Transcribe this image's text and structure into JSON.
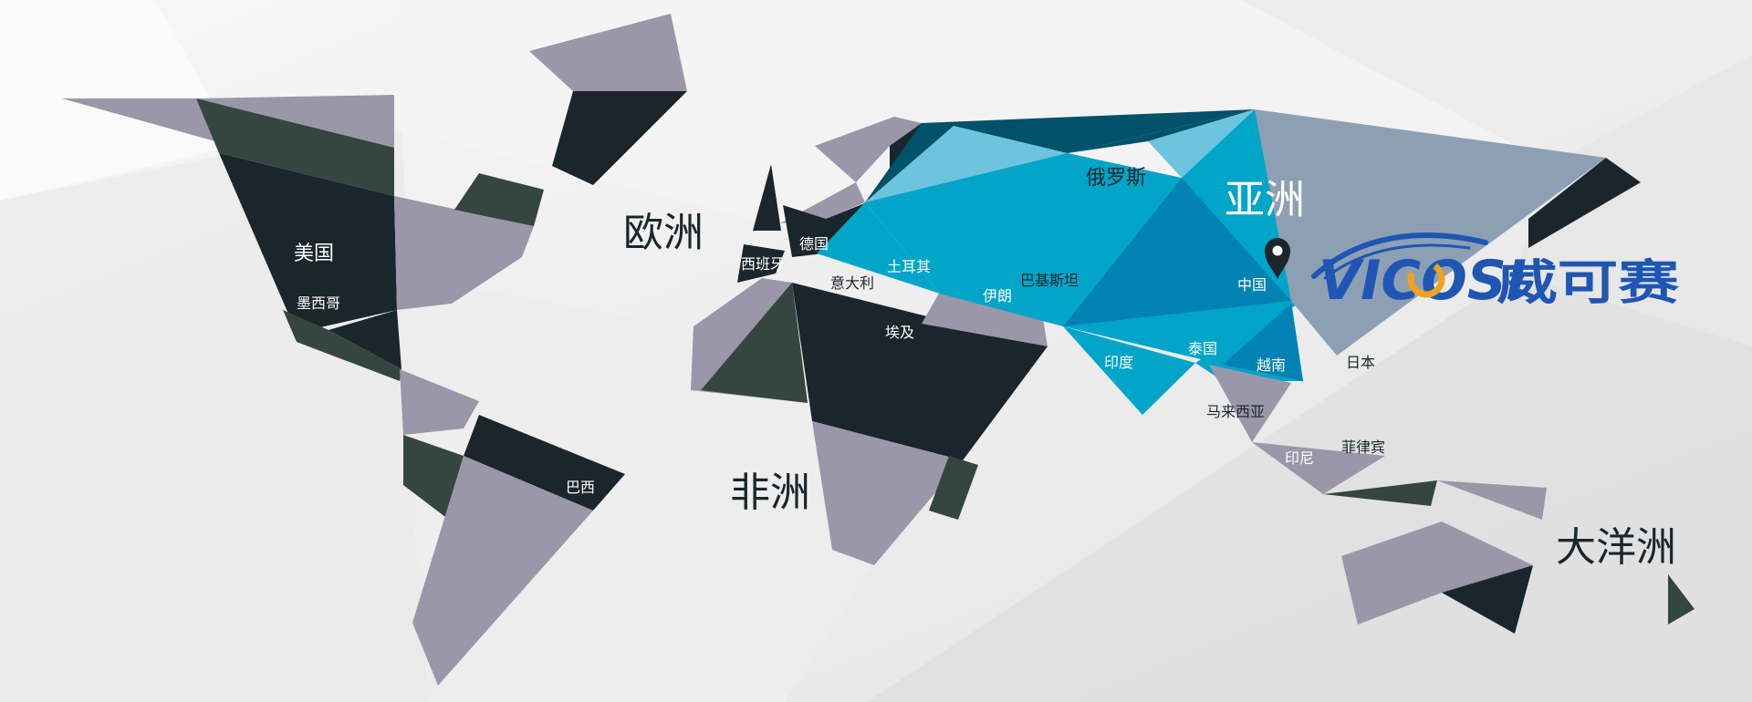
{
  "continents": {
    "europe": "欧洲",
    "africa": "非洲",
    "asia": "亚洲",
    "oceania": "大洋洲"
  },
  "countries": {
    "usa": "美国",
    "mexico": "墨西哥",
    "brazil": "巴西",
    "spain": "西班牙",
    "germany": "德国",
    "italy": "意大利",
    "turkey": "土耳其",
    "egypt": "埃及",
    "iran": "伊朗",
    "pakistan": "巴基斯坦",
    "russia": "俄罗斯",
    "china": "中国",
    "india": "印度",
    "thailand": "泰国",
    "vietnam": "越南",
    "japan": "日本",
    "malaysia": "马来西亚",
    "philippines": "菲律宾",
    "indonesia": "印尼"
  },
  "logo": {
    "latin": "VICOSI",
    "chinese": "威可赛"
  },
  "colors": {
    "background": "#f2f2f2",
    "dark": "#1a262c",
    "dark_green": "#34463f",
    "gray": "#9a97a8",
    "steel": "#8da0b3",
    "cyan_light": "#6cc4dd",
    "cyan": "#00a5c8",
    "cyan_deep": "#0082b4",
    "logo_blue": "#1f56b4",
    "logo_orange": "#f3a21b"
  },
  "icons": {
    "marker": "location-pin-icon"
  }
}
